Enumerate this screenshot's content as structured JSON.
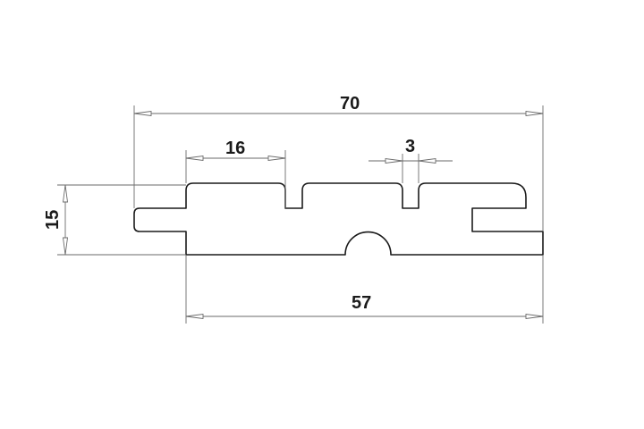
{
  "dimensions": {
    "overall_width": "70",
    "board_width": "57",
    "thickness": "15",
    "groove_pitch": "16",
    "groove_width": "3"
  },
  "colors": {
    "line": "#1a1a1a",
    "dimension": "#6a6a6a",
    "background": "#ffffff"
  }
}
